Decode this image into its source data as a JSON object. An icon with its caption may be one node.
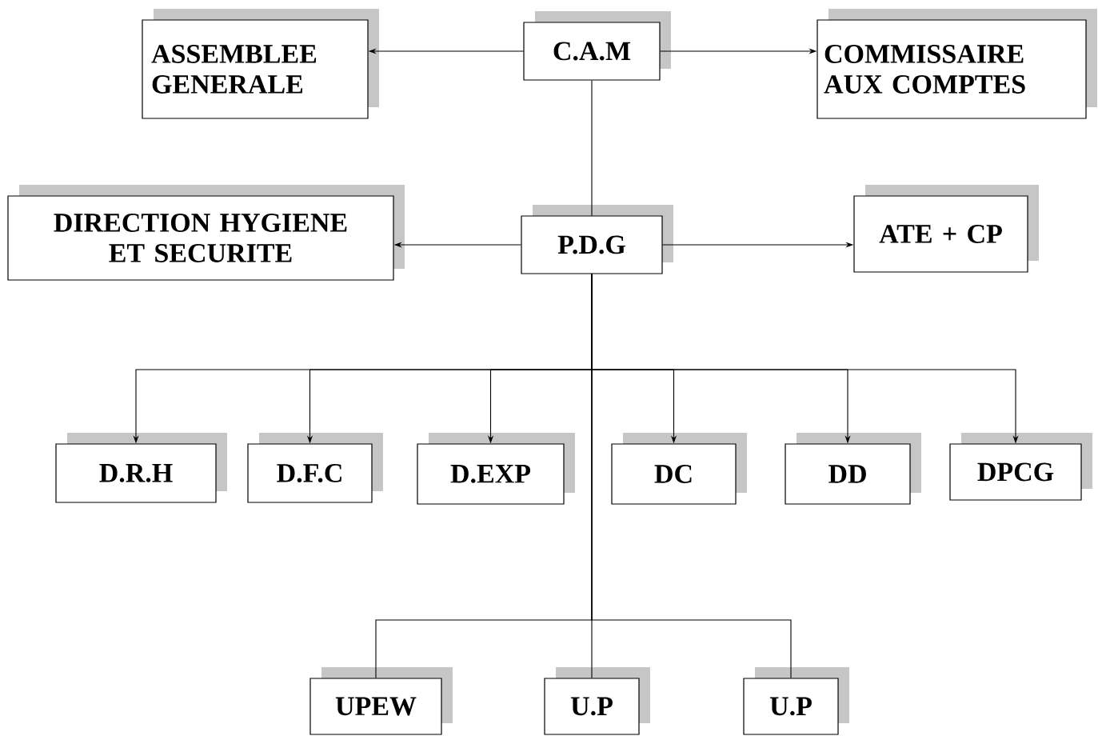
{
  "diagram": {
    "nodes": [
      {
        "text": [
          "C.A.M"
        ]
      },
      {
        "text": [
          "ASSEMBLEE GENERALE"
        ]
      },
      {
        "text": [
          "COMMISSAIRE AUX COMPTES"
        ]
      },
      {
        "text": [
          "P.D.G"
        ]
      },
      {
        "text": [
          "DIRECTION HYGIENE ET SECURITE"
        ]
      },
      {
        "text": [
          "ATE + CP"
        ]
      },
      {
        "text": [
          "D.R.H"
        ]
      },
      {
        "text": [
          "D.F.C"
        ]
      },
      {
        "text": [
          "D.EXP"
        ]
      },
      {
        "text": [
          "DC"
        ]
      },
      {
        "text": [
          "DD"
        ]
      },
      {
        "text": [
          "DPCG"
        ]
      },
      {
        "text": [
          "UPEW"
        ]
      },
      {
        "text": [
          "U.P"
        ]
      },
      {
        "text": [
          "U.P"
        ]
      }
    ],
    "edges": [
      {
        "from": 0,
        "to": 1,
        "arrow": "to"
      },
      {
        "from": 0,
        "to": 2,
        "arrow": "to"
      },
      {
        "from": 0,
        "to": 3,
        "arrow": "none"
      },
      {
        "from": 3,
        "to": 4,
        "arrow": "to"
      },
      {
        "from": 3,
        "to": 5,
        "arrow": "to"
      },
      {
        "from": 3,
        "to": 6,
        "arrow": "to"
      },
      {
        "from": 3,
        "to": 7,
        "arrow": "to"
      },
      {
        "from": 3,
        "to": 8,
        "arrow": "to"
      },
      {
        "from": 3,
        "to": 9,
        "arrow": "to"
      },
      {
        "from": 3,
        "to": 10,
        "arrow": "to"
      },
      {
        "from": 3,
        "to": 11,
        "arrow": "to"
      },
      {
        "from": 3,
        "to": 12,
        "arrow": "none"
      },
      {
        "from": 3,
        "to": 13,
        "arrow": "none"
      },
      {
        "from": 3,
        "to": 14,
        "arrow": "none"
      }
    ]
  }
}
